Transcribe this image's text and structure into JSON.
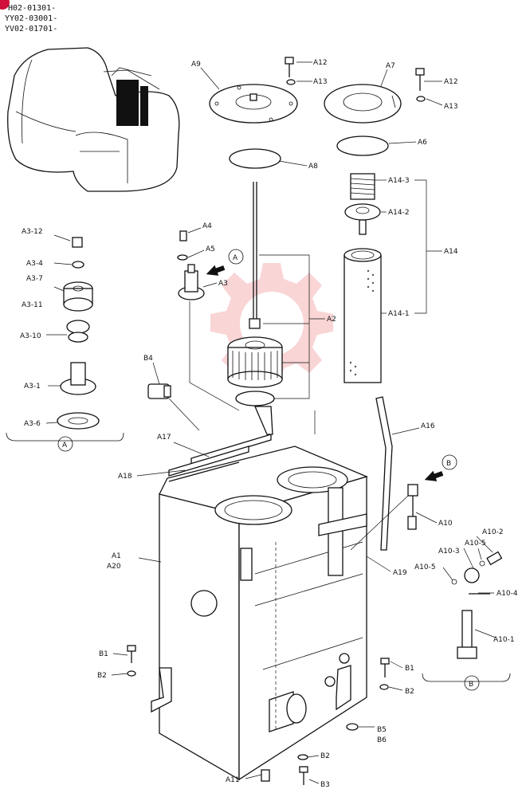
{
  "serials": [
    "H02-01301-",
    "YY02-03001-",
    "YV02-01701-"
  ],
  "callouts": [
    "A9",
    "A12",
    "A13",
    "A7",
    "A12",
    "A13",
    "A8",
    "A6",
    "A14-3",
    "A14-2",
    "A14",
    "A14-1",
    "A4",
    "A5",
    "A3",
    "A2",
    "A3-12",
    "A3-4",
    "A3-7",
    "A3-11",
    "A3-10",
    "A3-1",
    "A3-6",
    "B4",
    "A17",
    "A18",
    "A16",
    "A1",
    "A20",
    "A10",
    "A10-2",
    "A10-5",
    "A10-3",
    "A10-5",
    "A10-4",
    "A10-1",
    "A19",
    "B1",
    "B2",
    "B1",
    "B2",
    "B5",
    "B6",
    "B2",
    "B3",
    "A11"
  ],
  "views": {
    "a": "A",
    "b": "B"
  },
  "colors": {
    "line": "#111111",
    "watermark": "#e8454a",
    "corner_badge": "#d0103a"
  }
}
